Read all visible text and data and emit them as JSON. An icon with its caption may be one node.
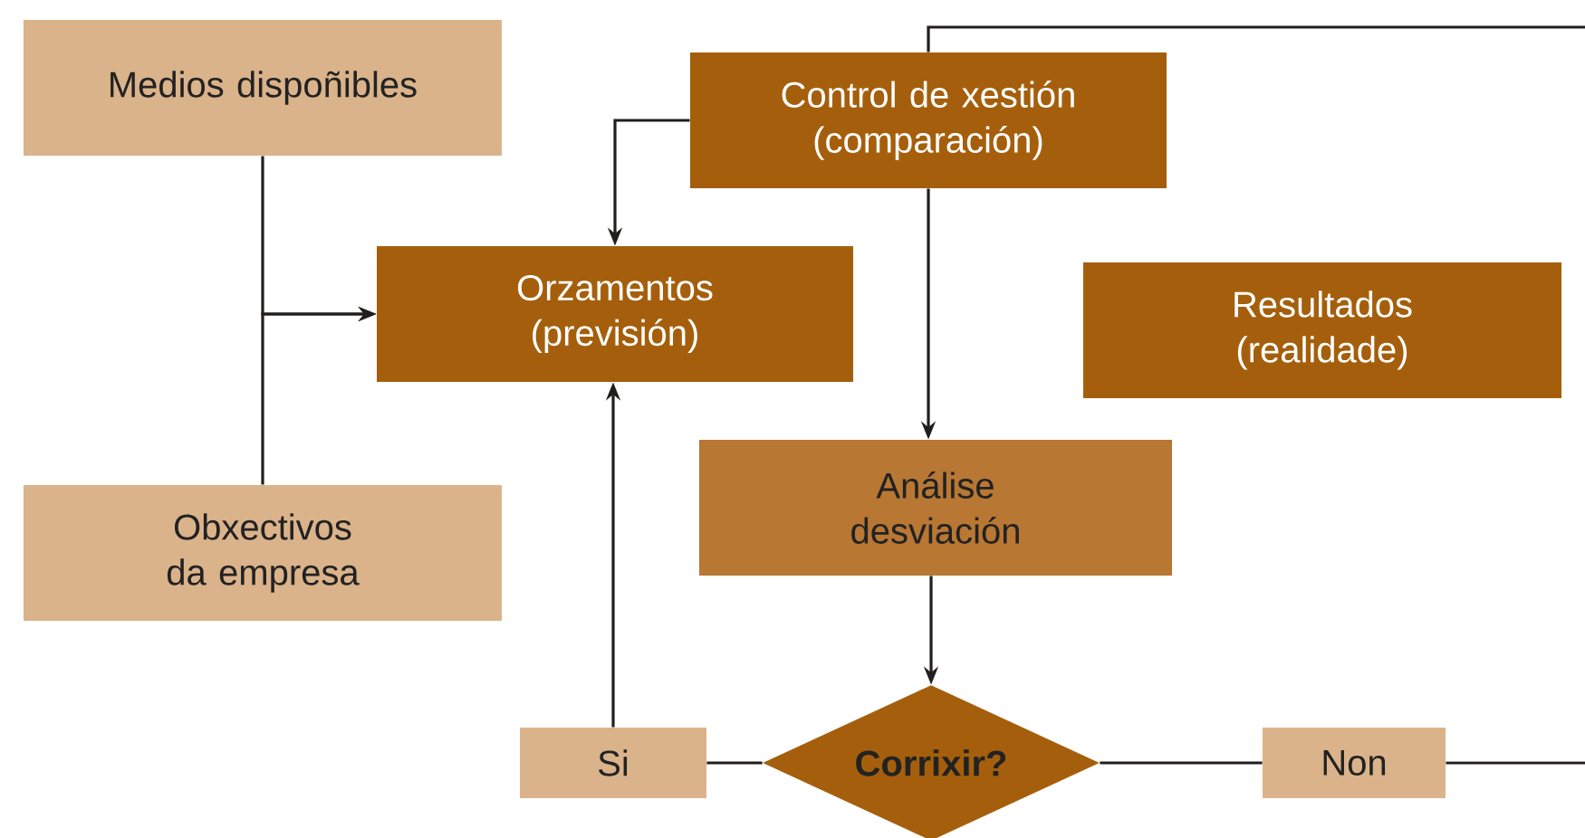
{
  "diagram": {
    "nodes": [
      {
        "text": [
          "Medios dispoñibles"
        ]
      },
      {
        "text": [
          "Control de xestión (comparación)"
        ]
      },
      {
        "text": [
          "Orzamentos (previsión)"
        ]
      },
      {
        "text": [
          "Resultados (realidade)"
        ]
      },
      {
        "text": [
          "Obxectivos da empresa"
        ]
      },
      {
        "text": [
          "Análise desviación"
        ]
      },
      {
        "text": [
          "Si"
        ]
      },
      {
        "text": [
          "Corrixir?"
        ]
      },
      {
        "text": [
          "Non"
        ]
      }
    ],
    "edges": [
      {
        "from": 0,
        "to": 2,
        "arrow": "to"
      },
      {
        "from": 4,
        "to": 2,
        "arrow": "to"
      },
      {
        "from": 1,
        "to": 2,
        "arrow": "to"
      },
      {
        "from": 1,
        "to": 5,
        "arrow": "to"
      },
      {
        "from": 5,
        "to": 7,
        "arrow": "to"
      },
      {
        "from": 7,
        "to": 6,
        "arrow": "none"
      },
      {
        "from": 6,
        "to": 2,
        "arrow": "to"
      },
      {
        "from": 7,
        "to": 8,
        "arrow": "none"
      },
      {
        "from": 8,
        "to": null,
        "arrow": "none"
      },
      {
        "from": null,
        "to": 1,
        "arrow": "none"
      }
    ]
  }
}
